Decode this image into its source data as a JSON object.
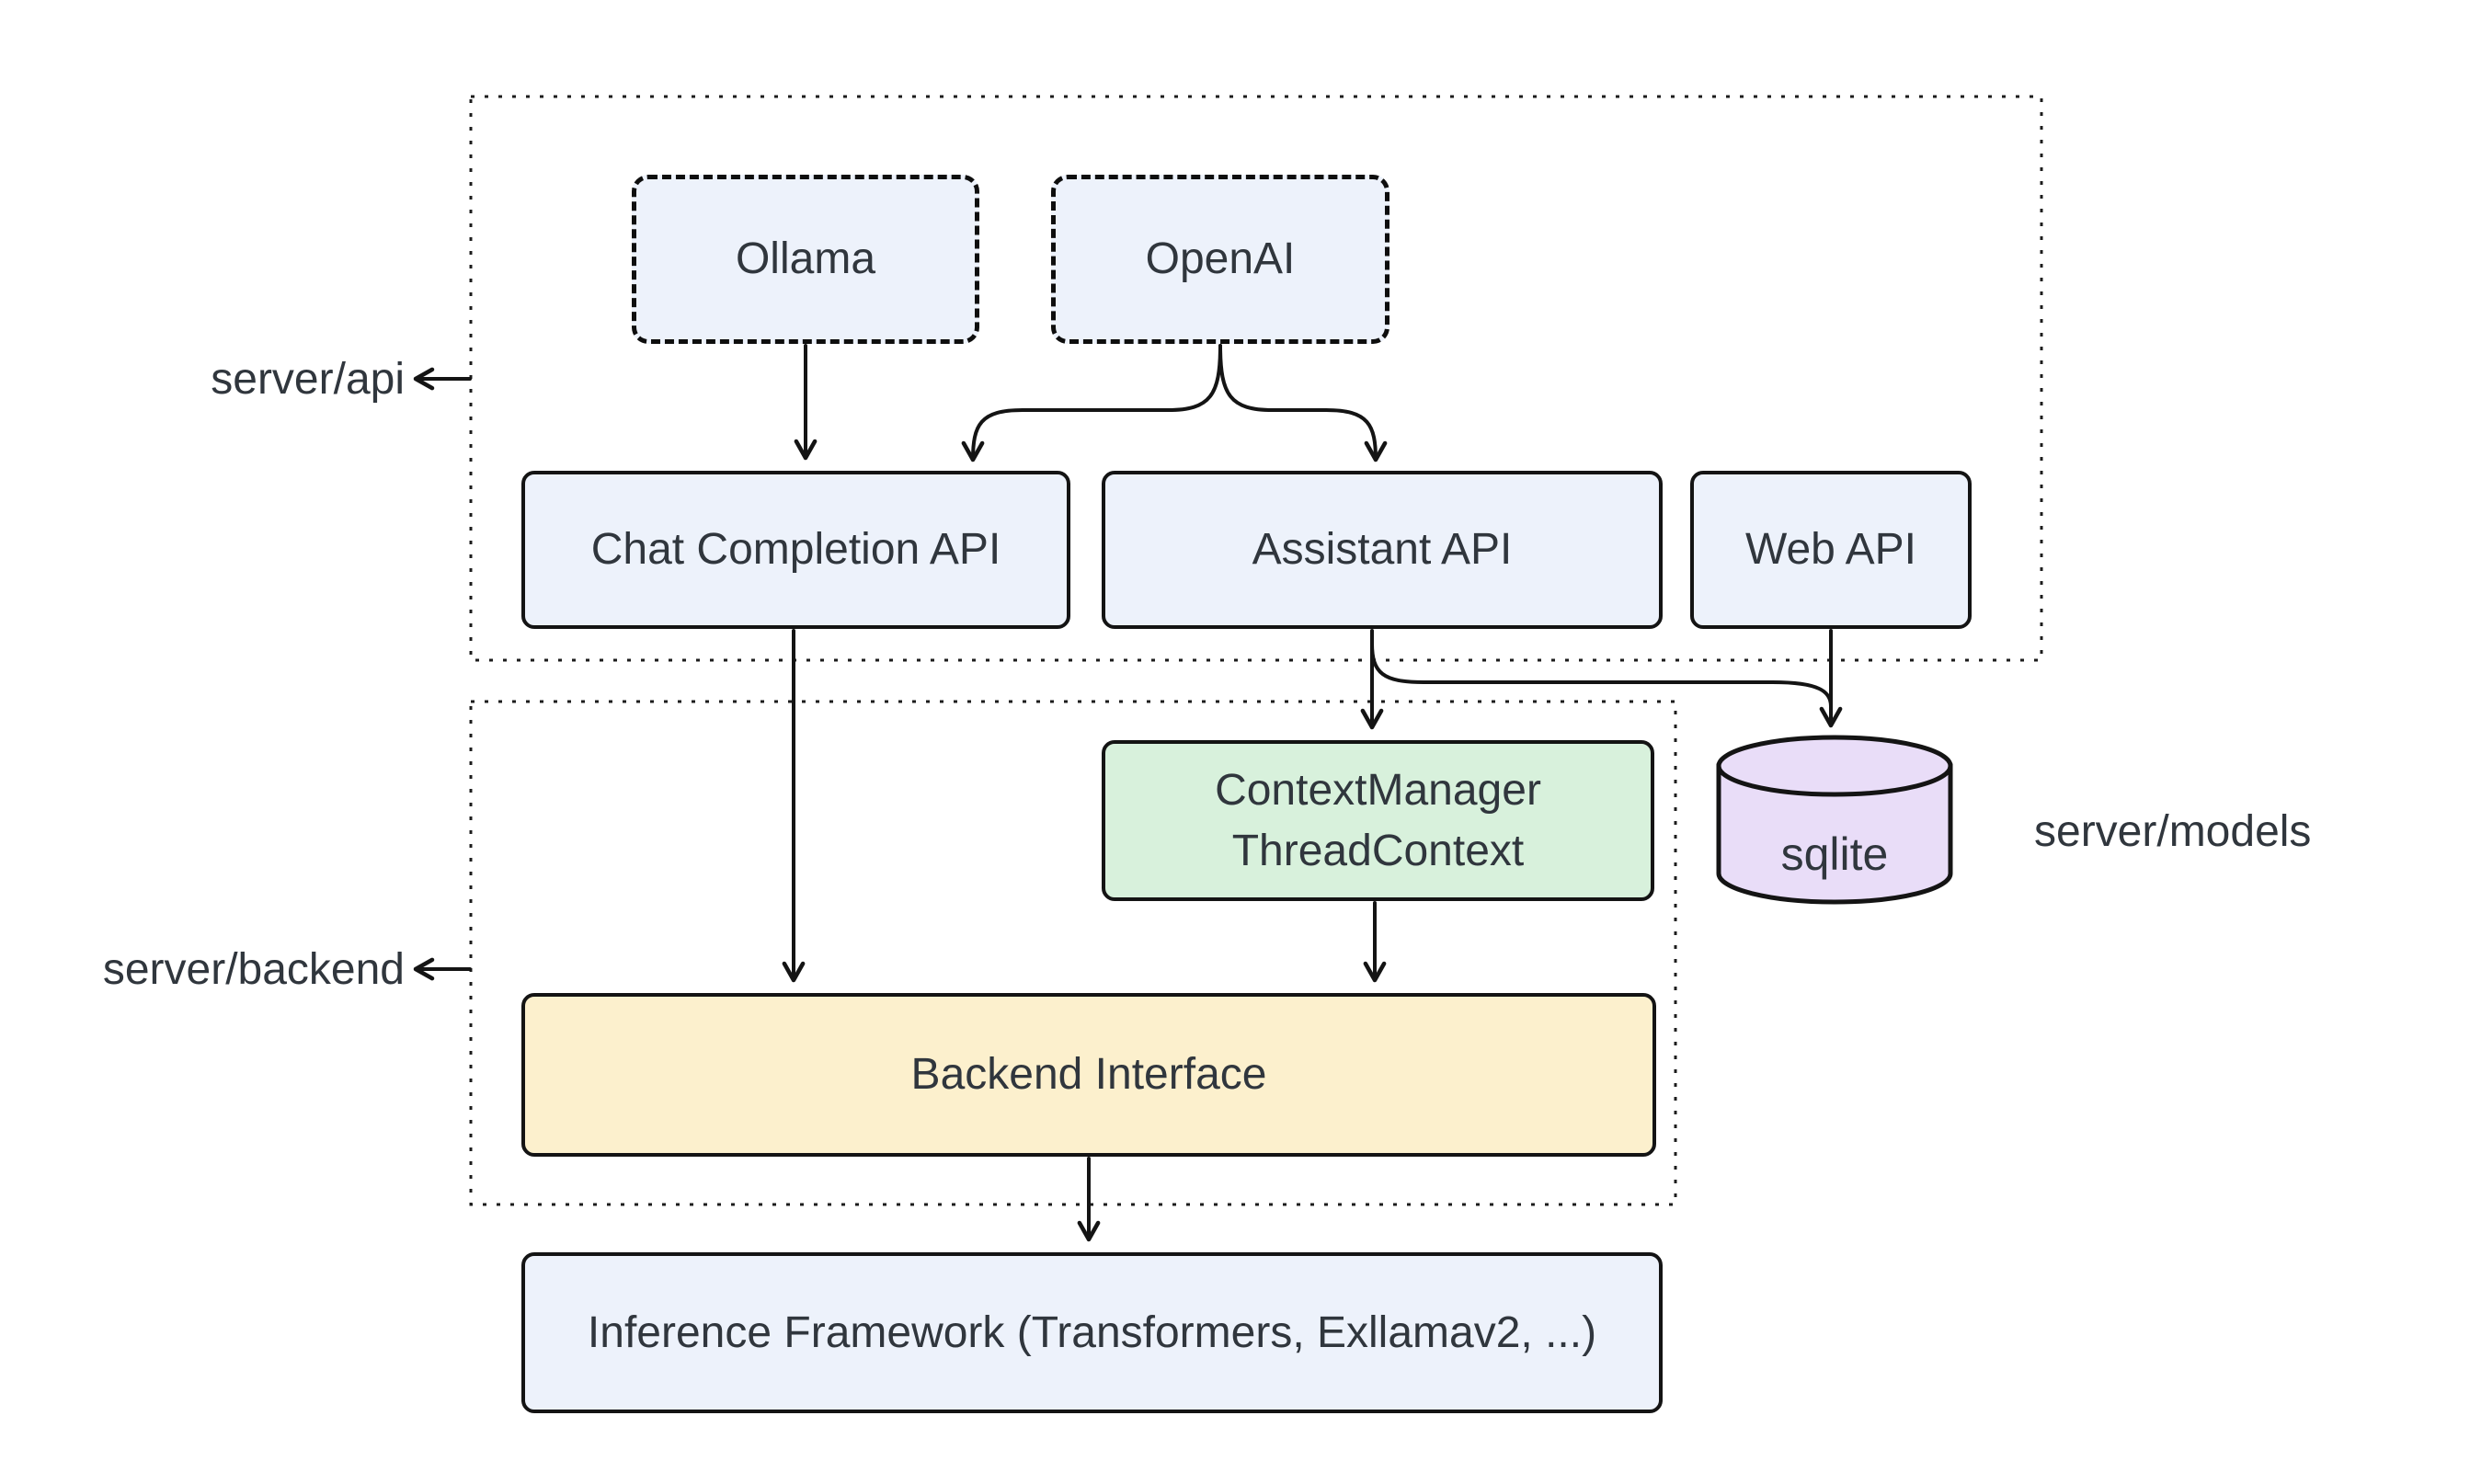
{
  "diagram": {
    "group_labels": {
      "server_api": "server/api",
      "server_backend": "server/backend",
      "server_models": "server/models"
    },
    "nodes": {
      "ollama": {
        "label": "Ollama"
      },
      "openai": {
        "label": "OpenAI"
      },
      "chat_completion_api": {
        "label": "Chat Completion API"
      },
      "assistant_api": {
        "label": "Assistant API"
      },
      "web_api": {
        "label": "Web API"
      },
      "context_manager": {
        "label_line1": "ContextManager",
        "label_line2": "ThreadContext"
      },
      "sqlite": {
        "label": "sqlite"
      },
      "backend_interface": {
        "label": "Backend Interface"
      },
      "inference_framework": {
        "label": "Inference Framework (Transformers, Exllamav2, ...)"
      }
    },
    "edges": [
      {
        "from": "ollama",
        "to": "chat_completion_api"
      },
      {
        "from": "openai",
        "to": "chat_completion_api"
      },
      {
        "from": "openai",
        "to": "assistant_api"
      },
      {
        "from": "chat_completion_api",
        "to": "backend_interface"
      },
      {
        "from": "assistant_api",
        "to": "context_manager"
      },
      {
        "from": "assistant_api",
        "to": "sqlite"
      },
      {
        "from": "web_api",
        "to": "sqlite"
      },
      {
        "from": "context_manager",
        "to": "backend_interface"
      },
      {
        "from": "backend_interface",
        "to": "inference_framework"
      }
    ],
    "colors": {
      "node_blue": "#edf2fb",
      "node_green": "#d8f1dc",
      "node_yellow": "#fcf0cd",
      "node_purple": "#e9ddf8",
      "border": "#141414",
      "text": "#30363d"
    }
  }
}
